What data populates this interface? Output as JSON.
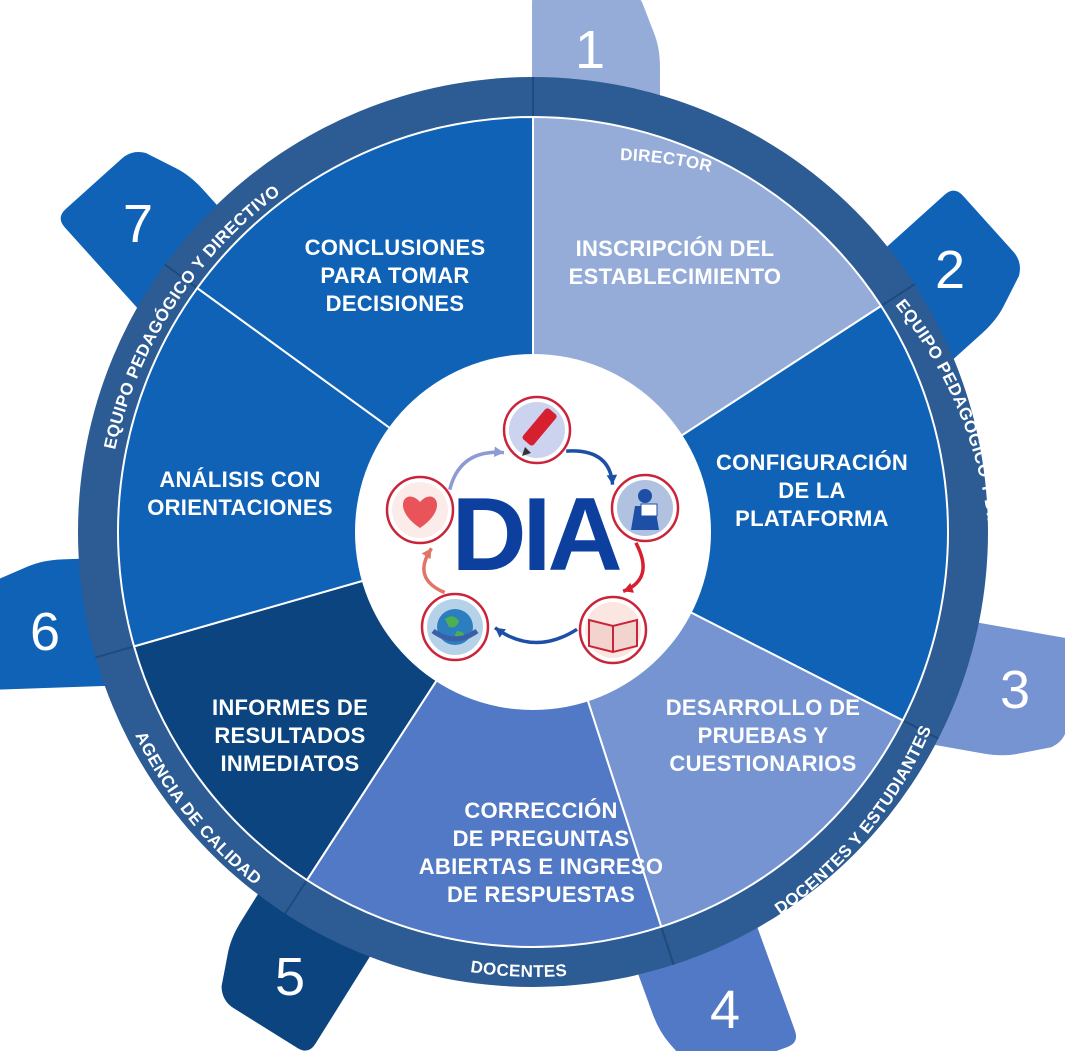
{
  "logo": {
    "text": "DIA",
    "color": "#0d3f9e"
  },
  "colors": {
    "ring": "#2c5c93",
    "ring_inner_stroke": "#ffffff",
    "center": "#ffffff"
  },
  "steps": [
    {
      "number": "1",
      "label_lines": [
        "INSCRIPCIÓN DEL",
        "ESTABLECIMIENTO"
      ],
      "role": "DIRECTOR",
      "segment_color": "#96acd8",
      "tab_color": "#96acd8"
    },
    {
      "number": "2",
      "label_lines": [
        "CONFIGURACIÓN",
        "DE LA",
        "PLATAFORMA"
      ],
      "role": "EQUIPO PEDAGÓGICO Y DIRECTIVO",
      "segment_color": "#0f62b6",
      "tab_color": "#0f62b6"
    },
    {
      "number": "3",
      "label_lines": [
        "DESARROLLO DE",
        "PRUEBAS Y",
        "CUESTIONARIOS"
      ],
      "role": "DOCENTES Y ESTUDIANTES",
      "segment_color": "#7694d2",
      "tab_color": "#7694d2"
    },
    {
      "number": "4",
      "label_lines": [
        "CORRECCIÓN",
        "DE PREGUNTAS",
        "ABIERTAS E INGRESO",
        "DE RESPUESTAS"
      ],
      "role": "DOCENTES",
      "segment_color": "#5279c5",
      "tab_color": "#5279c5"
    },
    {
      "number": "5",
      "label_lines": [
        "INFORMES DE",
        "RESULTADOS",
        "INMEDIATOS"
      ],
      "role": "AGENCIA DE CALIDAD",
      "segment_color": "#0b447e",
      "tab_color": "#0b447e"
    },
    {
      "number": "6",
      "label_lines": [
        "ANÁLISIS CON",
        "ORIENTACIONES"
      ],
      "role": "EQUIPO PEDAGÓGICO Y DIRECTIVO",
      "segment_color": "#0f62b6",
      "tab_color": "#0f62b6"
    },
    {
      "number": "7",
      "label_lines": [
        "CONCLUSIONES",
        "PARA TOMAR",
        "DECISIONES"
      ],
      "role": "",
      "segment_color": "#0f62b6",
      "tab_color": "#0f62b6"
    }
  ],
  "cycle_icons": [
    {
      "name": "pencil-icon",
      "arrow_color": "#1d4fa6"
    },
    {
      "name": "student-reading-icon",
      "arrow_color": "#d7202f"
    },
    {
      "name": "open-book-icon",
      "arrow_color": "#1d4fa6"
    },
    {
      "name": "globe-hug-icon",
      "arrow_color": "#e27366"
    },
    {
      "name": "heart-icon",
      "arrow_color": "#8c9bd4"
    }
  ]
}
